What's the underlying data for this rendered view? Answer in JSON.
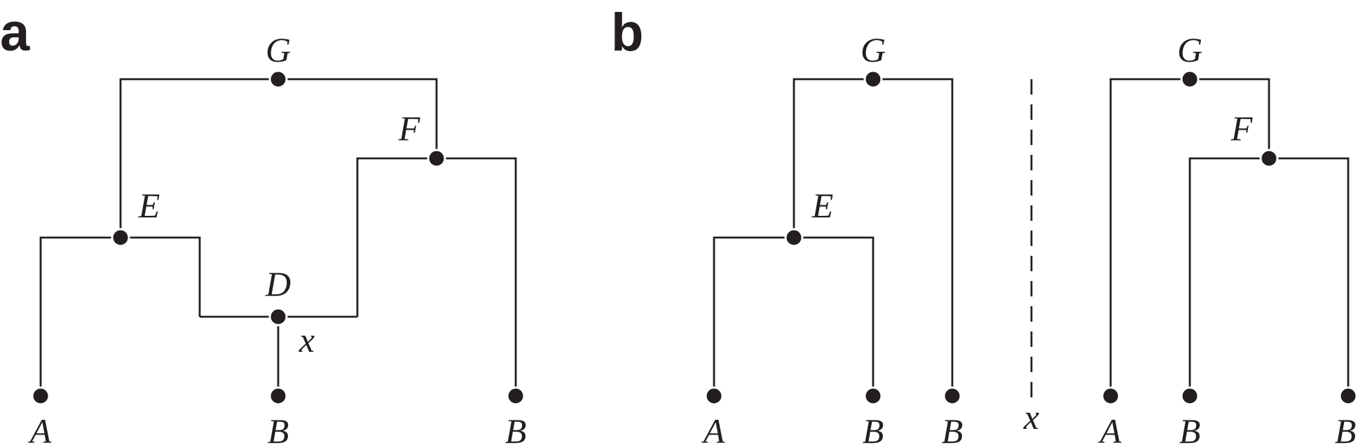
{
  "panels": [
    {
      "id": "a",
      "label": "a",
      "nodes": {
        "G": "G",
        "F": "F",
        "E": "E",
        "D": "D"
      },
      "edge_label": "x",
      "leaves": [
        "A",
        "B",
        "B"
      ]
    },
    {
      "id": "b",
      "label": "b",
      "left_tree": {
        "G": "G",
        "E": "E",
        "leaves": [
          "A",
          "B",
          "B"
        ]
      },
      "divider_label": "x",
      "right_tree": {
        "G": "G",
        "F": "F",
        "leaves": [
          "A",
          "B",
          "B"
        ]
      }
    }
  ],
  "colors": {
    "ink": "#231f20",
    "background": "#ffffff"
  }
}
